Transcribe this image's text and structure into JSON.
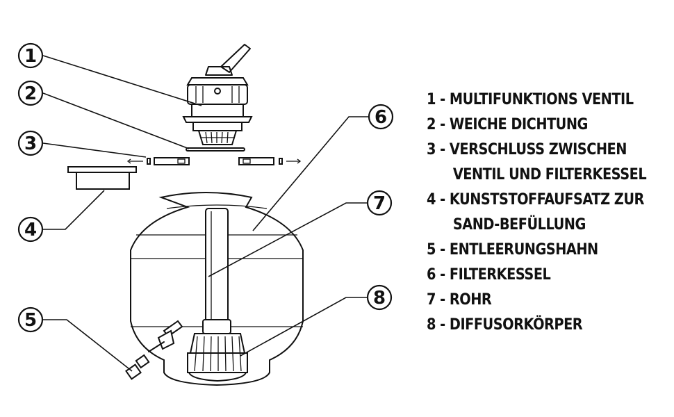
{
  "callouts": [
    "1",
    "2",
    "3",
    "4",
    "5",
    "6",
    "7",
    "8"
  ],
  "legend": [
    {
      "lines": [
        "1 - MULTIFUNKTIONS VENTIL"
      ]
    },
    {
      "lines": [
        "2 - WEICHE DICHTUNG"
      ]
    },
    {
      "lines": [
        "3 - VERSCHLUSS ZWISCHEN",
        "VENTIL UND FILTERKESSEL"
      ]
    },
    {
      "lines": [
        "4 - KUNSTSTOFFAUFSATZ ZUR",
        "SAND-BEFÜLLUNG"
      ]
    },
    {
      "lines": [
        "5 - ENTLEERUNGSHAHN"
      ]
    },
    {
      "lines": [
        "6 - FILTERKESSEL"
      ]
    },
    {
      "lines": [
        "7 - ROHR"
      ]
    },
    {
      "lines": [
        "8 - DIFFUSORKÖRPER"
      ]
    }
  ]
}
